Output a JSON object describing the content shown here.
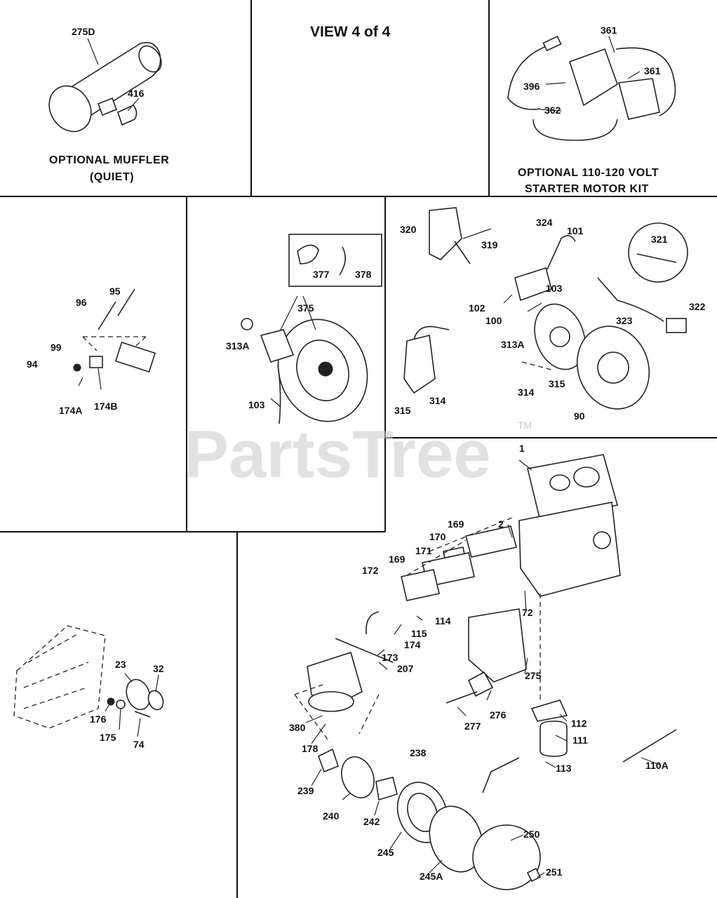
{
  "view_title": "VIEW 4 of 4",
  "watermark": {
    "text": "PartsTree",
    "mark": "TM"
  },
  "panels": {
    "muffler": {
      "caption_lines": [
        "OPTIONAL MUFFLER",
        "(QUIET)"
      ]
    },
    "starter": {
      "caption_lines": [
        "OPTIONAL 110-120 VOLT",
        "STARTER MOTOR KIT"
      ]
    }
  },
  "callouts": [
    "275D",
    "416",
    "361",
    "361",
    "396",
    "362",
    "96",
    "95",
    "99",
    "94",
    "174A",
    "174B",
    "377",
    "378",
    "375",
    "313A",
    "103",
    "320",
    "319",
    "324",
    "101",
    "321",
    "322",
    "103",
    "102",
    "100",
    "313A",
    "323",
    "315",
    "314",
    "314",
    "315",
    "90",
    "1",
    "2",
    "169",
    "170",
    "171",
    "169",
    "172",
    "72",
    "114",
    "115",
    "174",
    "173",
    "207",
    "275",
    "276",
    "277",
    "112",
    "111",
    "113",
    "110A",
    "380",
    "178",
    "239",
    "238",
    "240",
    "242",
    "245",
    "245A",
    "250",
    "251",
    "23",
    "32",
    "176",
    "175",
    "74"
  ]
}
